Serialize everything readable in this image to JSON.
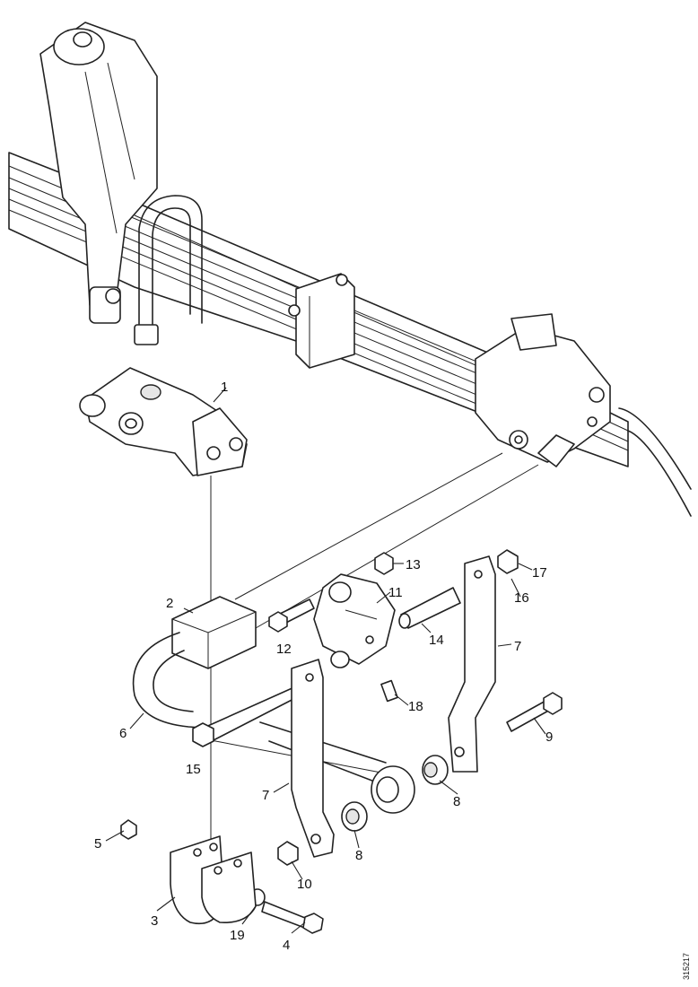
{
  "callouts": [
    {
      "id": "c1",
      "text": "1"
    },
    {
      "id": "c2",
      "text": "2"
    },
    {
      "id": "c3",
      "text": "3"
    },
    {
      "id": "c4",
      "text": "4"
    },
    {
      "id": "c5",
      "text": "5"
    },
    {
      "id": "c6",
      "text": "6"
    },
    {
      "id": "c7a",
      "text": "7"
    },
    {
      "id": "c7b",
      "text": "7"
    },
    {
      "id": "c8a",
      "text": "8"
    },
    {
      "id": "c8b",
      "text": "8"
    },
    {
      "id": "c9",
      "text": "9"
    },
    {
      "id": "c10",
      "text": "10"
    },
    {
      "id": "c11",
      "text": "11"
    },
    {
      "id": "c12",
      "text": "12"
    },
    {
      "id": "c13",
      "text": "13"
    },
    {
      "id": "c14",
      "text": "14"
    },
    {
      "id": "c15",
      "text": "15"
    },
    {
      "id": "c16",
      "text": "16"
    },
    {
      "id": "c17",
      "text": "17"
    },
    {
      "id": "c18",
      "text": "18"
    },
    {
      "id": "c19",
      "text": "19"
    }
  ],
  "doc_ref": "315217"
}
